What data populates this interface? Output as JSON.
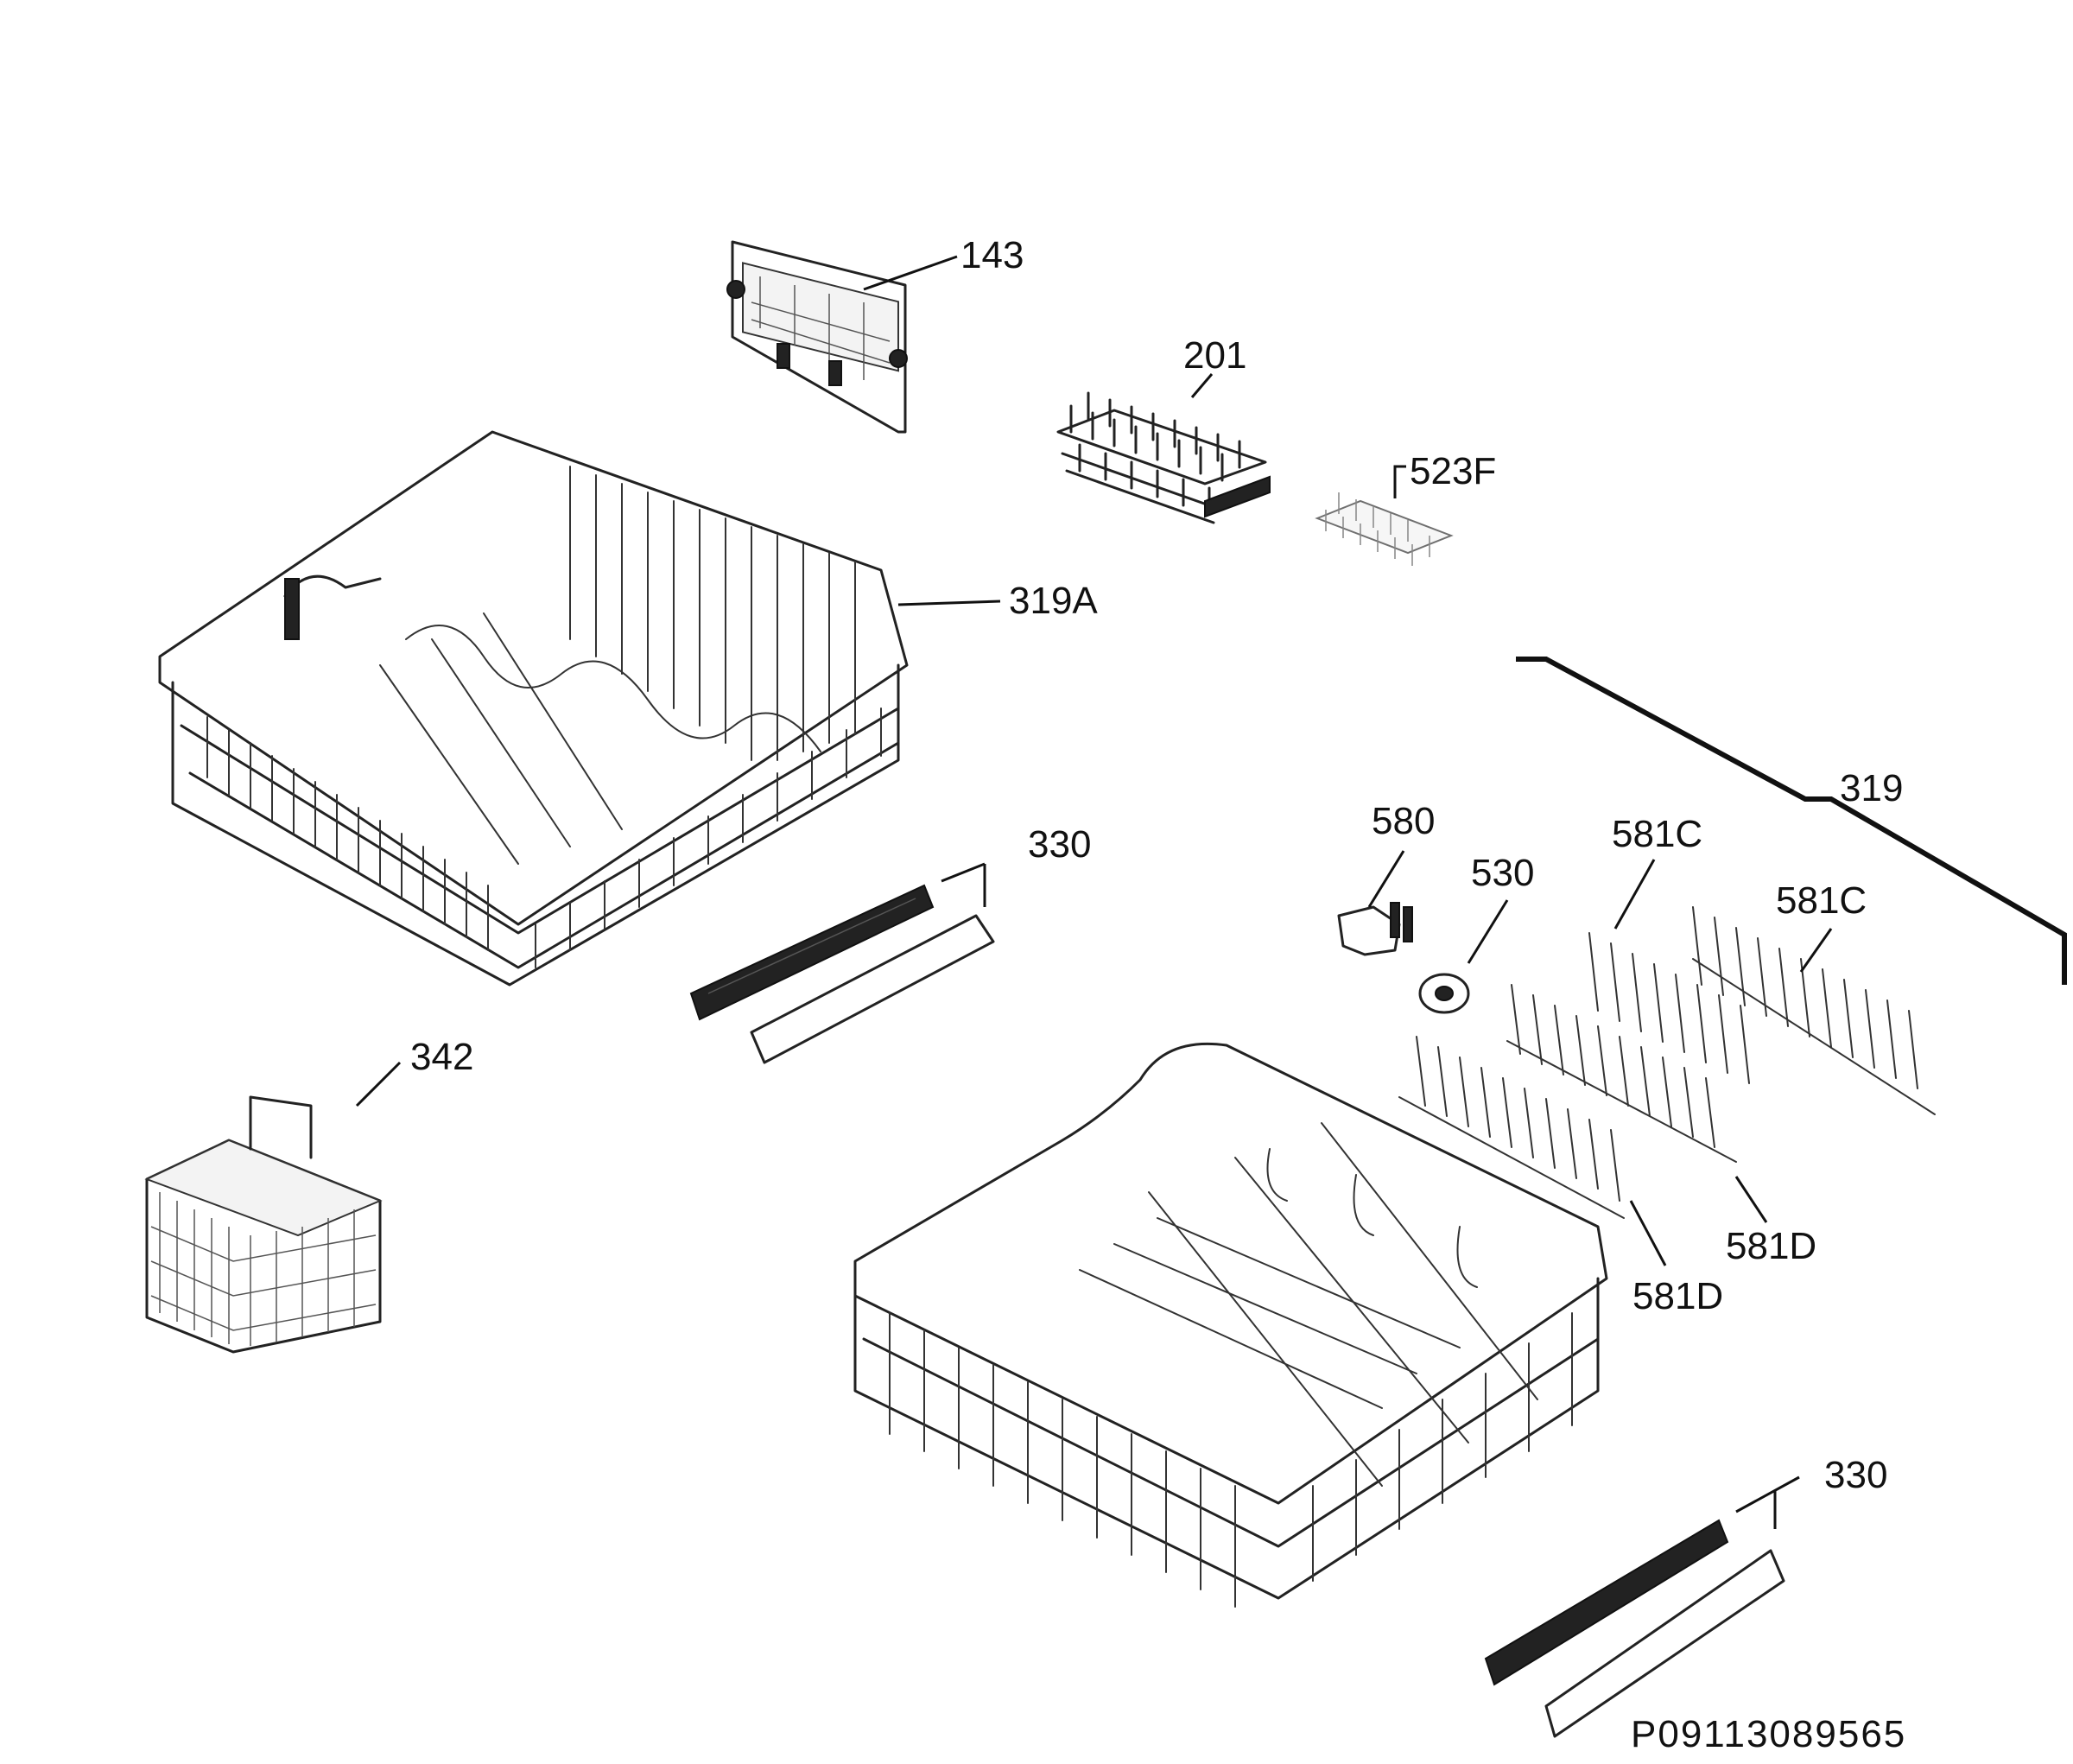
{
  "diagram": {
    "callouts": {
      "c143": "143",
      "c201": "201",
      "c523f": "523F",
      "c319a": "319A",
      "c319": "319",
      "c330_upper": "330",
      "c580": "580",
      "c530": "530",
      "c581c_a": "581C",
      "c581c_b": "581C",
      "c342": "342",
      "c581d_a": "581D",
      "c581d_b": "581D",
      "c330_lower": "330"
    },
    "document_id": "P09113089565"
  }
}
